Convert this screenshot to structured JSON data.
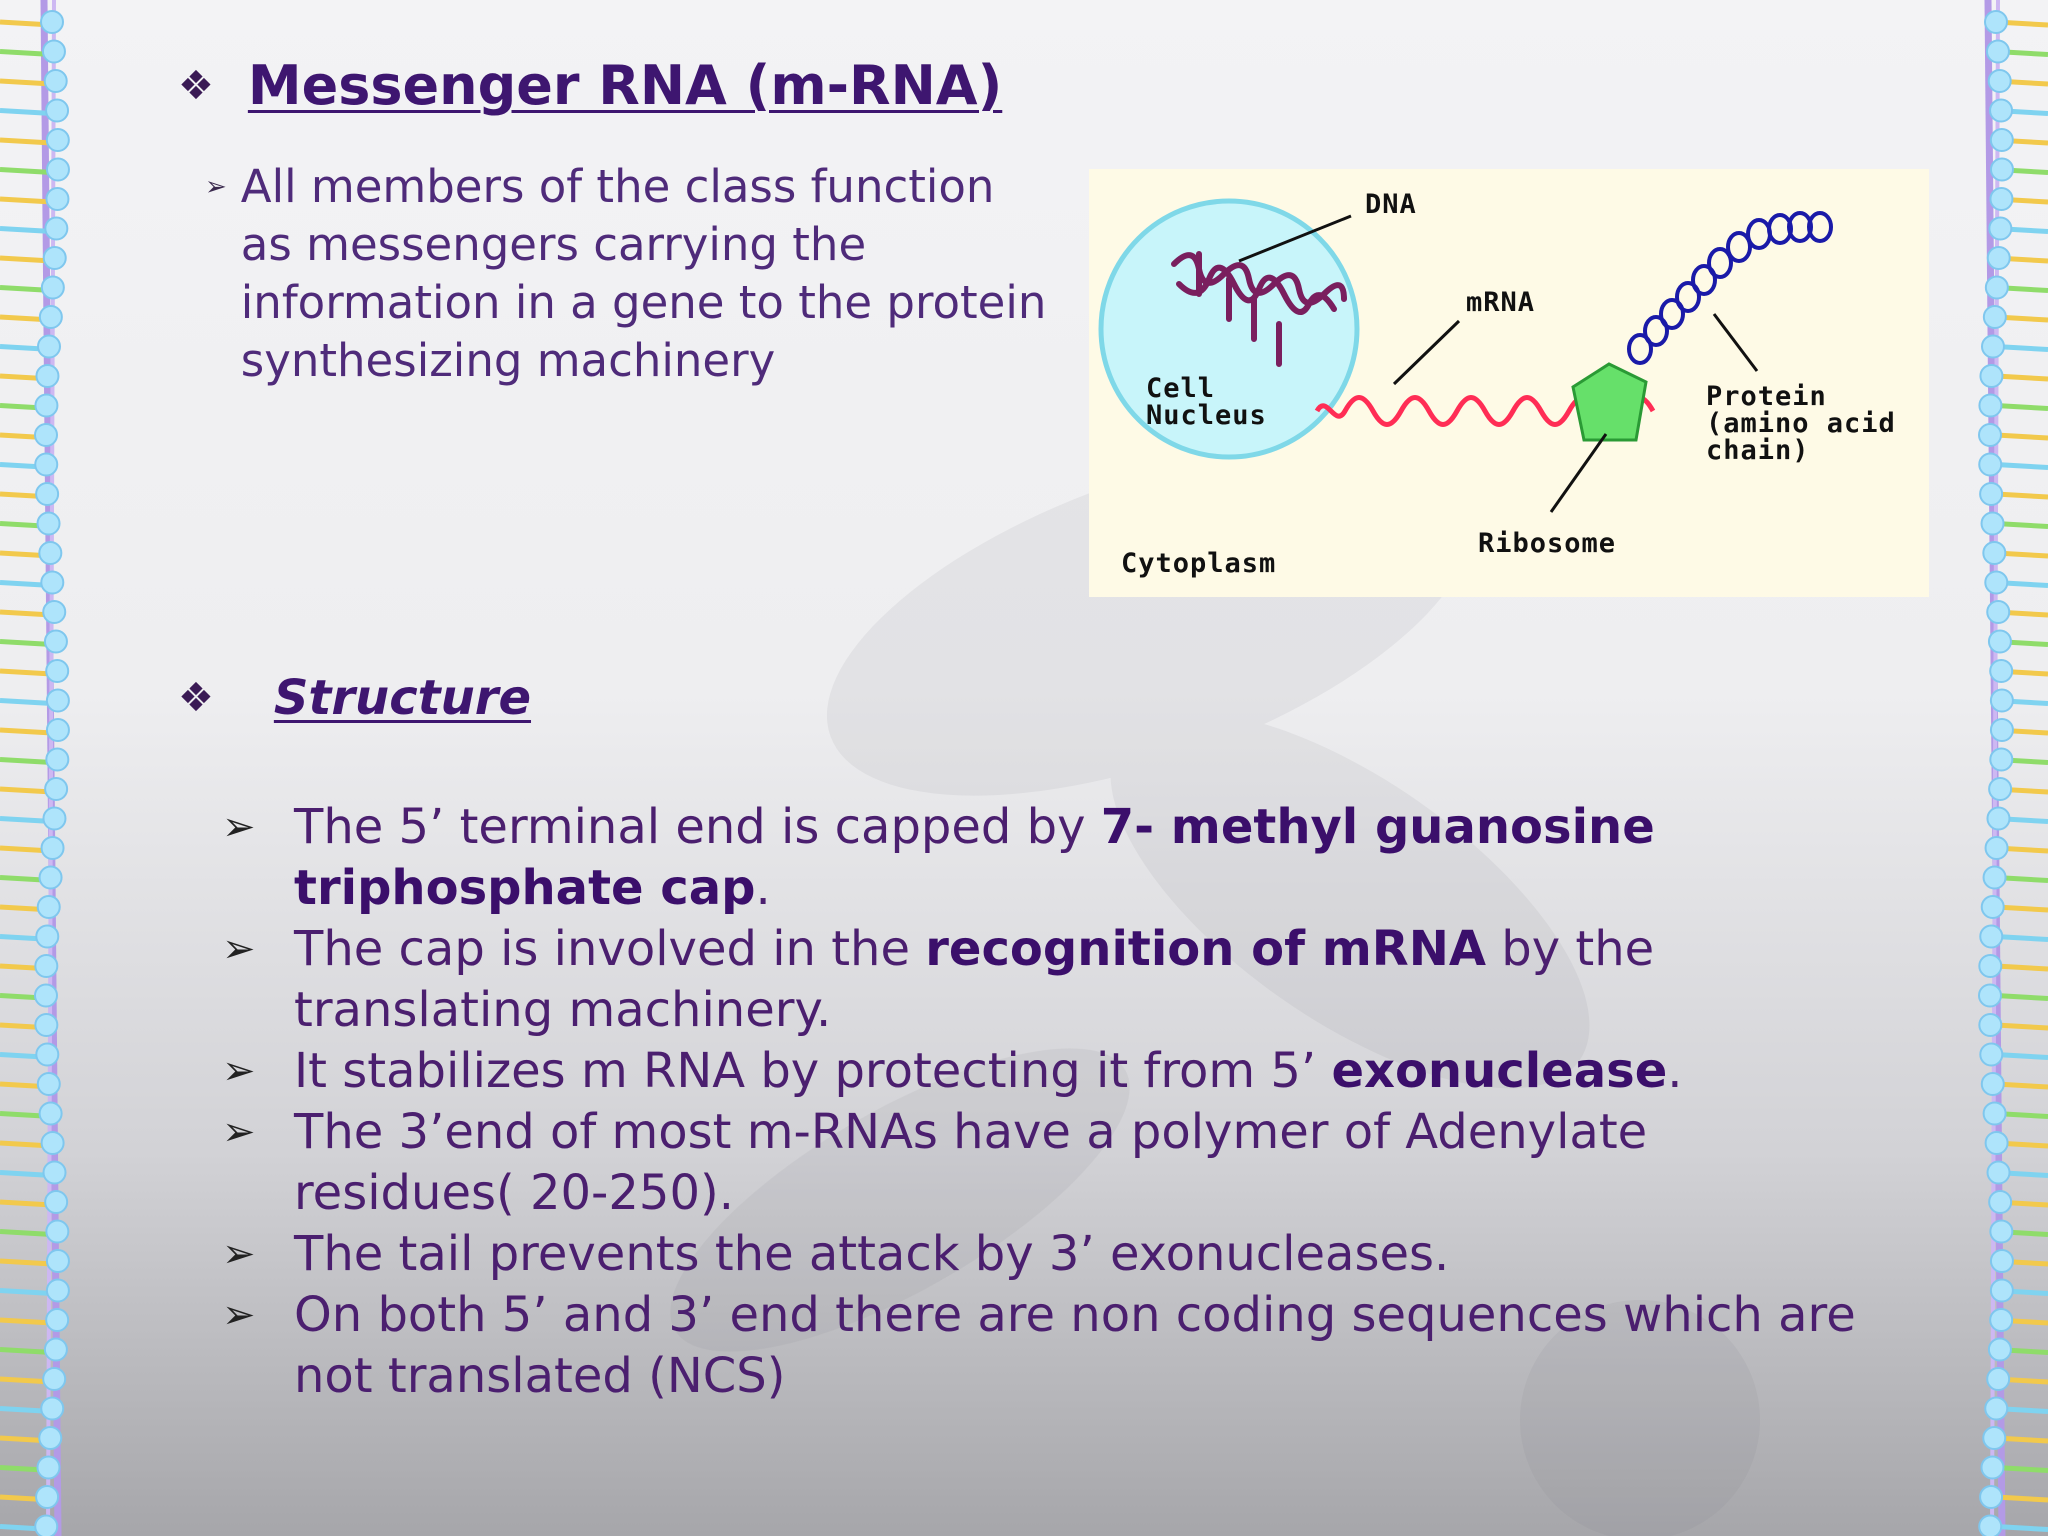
{
  "heading": {
    "bullet_icon": "diamond-bullet-icon",
    "title": "Messenger RNA (m-RNA)"
  },
  "intro": {
    "bullet_icon": "arrow-bullet-icon",
    "text": "All members of the class function as messengers carrying the information in a gene to the protein synthesizing machinery"
  },
  "diagram": {
    "labels": {
      "dna": "DNA",
      "mrna": "mRNA",
      "cell_nucleus": "Cell\nNucleus",
      "protein": "Protein\n(amino acid\nchain)",
      "ribosome": "Ribosome",
      "cytoplasm": "Cytoplasm"
    },
    "colors": {
      "background": "#fefae6",
      "nucleus": "#c8f5fa",
      "nucleus_border": "#7fd8e8",
      "dna": "#7a1f5e",
      "mrna": "#ff2d55",
      "ribosome": "#66e06a",
      "protein": "#1a1aa8"
    }
  },
  "structure": {
    "bullet_icon": "diamond-bullet-icon",
    "title": "Structure",
    "items": [
      {
        "pre": "The 5’ terminal end is capped by ",
        "bold": "7- methyl guanosine triphosphate cap",
        "post": "."
      },
      {
        "pre": "The cap is involved in the ",
        "bold": "recognition of mRNA",
        "post": " by the translating machinery."
      },
      {
        "pre": "It stabilizes m RNA by protecting it from 5’ ",
        "bold": "exonuclease",
        "post": "."
      },
      {
        "pre": "The 3’end of most m-RNAs have a polymer of Adenylate residues( 20-250).",
        "bold": "",
        "post": ""
      },
      {
        "pre": "The tail prevents the attack by 3’ exonucleases.",
        "bold": "",
        "post": ""
      },
      {
        "pre": "On both 5’ and 3’ end there are non coding sequences which are not translated (NCS)",
        "bold": "",
        "post": ""
      }
    ]
  },
  "theme": {
    "accent": "#3e1670",
    "text": "#4b1f6f"
  }
}
